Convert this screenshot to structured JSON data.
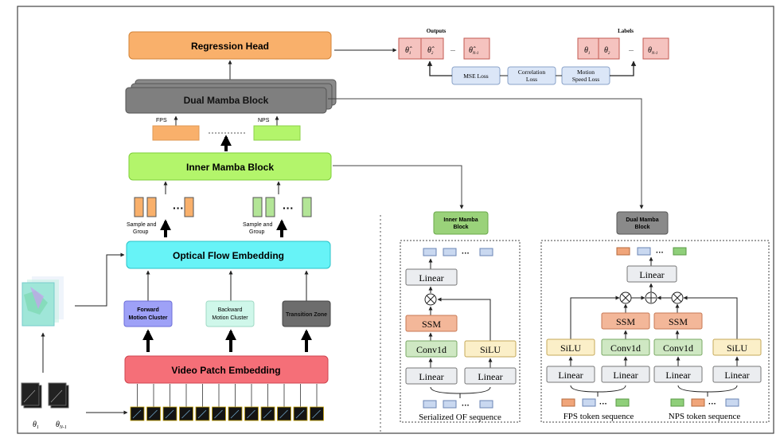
{
  "left": {
    "regression_head": "Regression Head",
    "dual_mamba_block": "Dual Mamba Block",
    "fps_label": "FPS",
    "nps_label": "NPS",
    "inner_mamba_block": "Inner Mamba Block",
    "sample_group_left": "Sample and\nGroup",
    "sample_group_right": "Sample and\nGroup",
    "optical_flow_embedding": "Optical Flow Embedding",
    "forward_cluster": "Forward\nMotion Cluster",
    "backward_cluster": "Backward\nMotion Cluster",
    "transition_zone": "Transition Zone",
    "video_patch_embedding": "Video Patch Embedding",
    "ellipsis": "···",
    "theta_1": "θ₁",
    "theta_n": "θ_N-1"
  },
  "top_right": {
    "outputs_label": "Outputs",
    "labels_label": "Labels",
    "outputs": [
      "θ̂₁",
      "θ̂₂",
      "...",
      "θ̂N-1"
    ],
    "labels": [
      "θ₁",
      "θ₂",
      "...",
      "θN-1"
    ],
    "mse_loss": "MSE Loss",
    "correlation_loss": "Correlation\nLoss",
    "motion_speed_loss": "Motion\nSpeed Loss"
  },
  "inner_detail": {
    "title": "Inner Mamba\nBlock",
    "linear_top": "Linear",
    "ssm": "SSM",
    "conv1d": "Conv1d",
    "silu": "SiLU",
    "linear_left": "Linear",
    "linear_right": "Linear",
    "sequence_label": "Serialized OF sequence",
    "ellipsis": "···"
  },
  "dual_detail": {
    "title": "Dual Mamba\nBlock",
    "linear_top": "Linear",
    "ssm_left": "SSM",
    "ssm_right": "SSM",
    "silu_left": "SiLU",
    "conv_left": "Conv1d",
    "conv_right": "Conv1d",
    "silu_right": "SiLU",
    "linear_1": "Linear",
    "linear_2": "Linear",
    "linear_3": "Linear",
    "linear_4": "Linear",
    "fps_sequence": "FPS token sequence",
    "nps_sequence": "NPS token sequence",
    "ellipsis": "···"
  },
  "colors": {
    "orange": "#f9b06b",
    "gray": "#7f7f7f",
    "green": "#b3f56b",
    "cyan": "#67f3f7",
    "red": "#f56f78",
    "pink_cell": "#f5c3bf",
    "blue_cell": "#c9d8f0",
    "ssm": "#f3b799",
    "conv": "#cfe8c3",
    "silu": "#fbefc8",
    "linear": "#ebedf0"
  }
}
